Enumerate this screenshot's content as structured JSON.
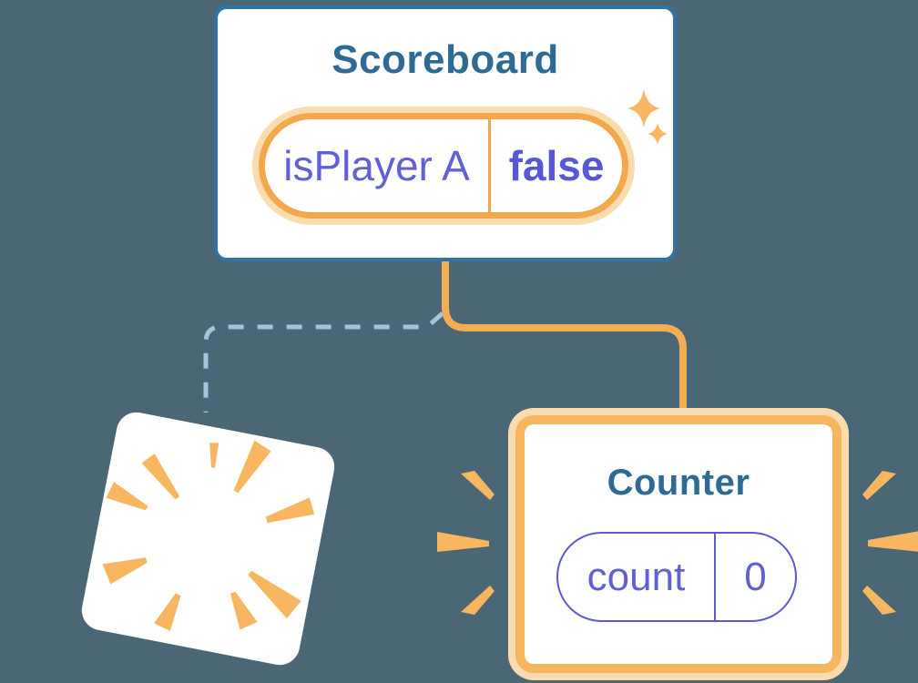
{
  "diagram": {
    "scoreboard": {
      "title": "Scoreboard",
      "state_pill": {
        "label": "isPlayer A",
        "value": "false"
      }
    },
    "counter": {
      "title": "Counter",
      "state_pill": {
        "label": "count",
        "value": "0"
      }
    }
  },
  "icons": {
    "sparkles": "sparkles-icon",
    "destroyed_rays": "burst-rays-icon",
    "emphasis_left": "emphasis-burst-icon",
    "emphasis_right": "emphasis-burst-icon"
  },
  "colors": {
    "background": "#4B6775",
    "card_border_blue": "#2E74A8",
    "title_teal": "#2D6B94",
    "state_purple": "#6161D5",
    "state_value_purple": "#5858D6",
    "orange": "#F5AD55",
    "orange_pill_border": "#F4A84E",
    "counter_ring_orange": "#F6B55E",
    "cream_glow": "#FBDCAE",
    "ray_orange": "#F7B65F",
    "dashed_line_blue": "#A5C4DC",
    "card_fill": "#FFFFFF"
  }
}
